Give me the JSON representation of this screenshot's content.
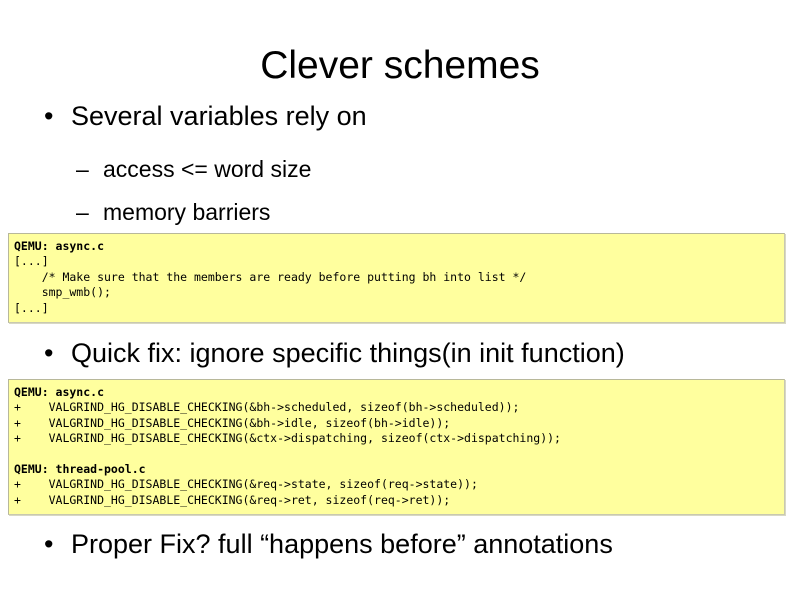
{
  "slide": {
    "title": "Clever schemes",
    "bullets": [
      {
        "level": 1,
        "marker": "•",
        "text": "Several variables rely on"
      },
      {
        "level": 2,
        "marker": "–",
        "text": "access <= word size"
      },
      {
        "level": 2,
        "marker": "–",
        "text": "memory barriers"
      },
      {
        "level": 1,
        "marker": "•",
        "text": "Quick fix: ignore specific things(in init function)"
      },
      {
        "level": 1,
        "marker": "•",
        "text": "Proper Fix? full “happens before” annotations"
      }
    ],
    "code_blocks": [
      {
        "name": "code-block-async-smp-wmb",
        "lines": [
          {
            "text": "QEMU: async.c",
            "bold": true
          },
          {
            "text": "[...]",
            "bold": false
          },
          {
            "text": "    /* Make sure that the members are ready before putting bh into list */",
            "bold": false
          },
          {
            "text": "    smp_wmb();",
            "bold": false
          },
          {
            "text": "[...]",
            "bold": false
          }
        ]
      },
      {
        "name": "code-block-valgrind-disable-checking",
        "lines": [
          {
            "text": "QEMU: async.c",
            "bold": true
          },
          {
            "text": "+    VALGRIND_HG_DISABLE_CHECKING(&bh->scheduled, sizeof(bh->scheduled));",
            "bold": false
          },
          {
            "text": "+    VALGRIND_HG_DISABLE_CHECKING(&bh->idle, sizeof(bh->idle));",
            "bold": false
          },
          {
            "text": "+    VALGRIND_HG_DISABLE_CHECKING(&ctx->dispatching, sizeof(ctx->dispatching));",
            "bold": false
          },
          {
            "text": "",
            "bold": false
          },
          {
            "text": "QEMU: thread-pool.c",
            "bold": true
          },
          {
            "text": "+    VALGRIND_HG_DISABLE_CHECKING(&req->state, sizeof(req->state));",
            "bold": false
          },
          {
            "text": "+    VALGRIND_HG_DISABLE_CHECKING(&req->ret, sizeof(req->ret));",
            "bold": false
          }
        ]
      }
    ],
    "colors": {
      "background": "#ffffff",
      "text": "#000000",
      "code_background": "#ffff9e",
      "code_border": "#b8b89a"
    }
  }
}
